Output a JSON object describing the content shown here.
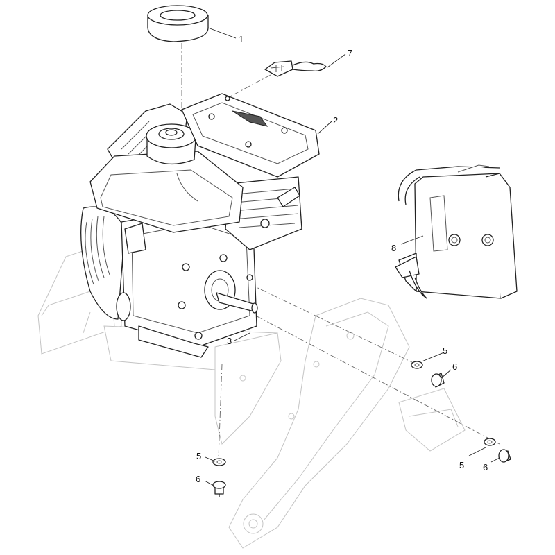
{
  "diagram": {
    "callouts": [
      {
        "id": "1",
        "text": "1"
      },
      {
        "id": "2",
        "text": "2"
      },
      {
        "id": "3",
        "text": "3"
      },
      {
        "id": "5a",
        "text": "5"
      },
      {
        "id": "6a",
        "text": "6"
      },
      {
        "id": "5b",
        "text": "5"
      },
      {
        "id": "6b",
        "text": "6"
      },
      {
        "id": "5c",
        "text": "5"
      },
      {
        "id": "6c",
        "text": "6"
      },
      {
        "id": "7",
        "text": "7"
      },
      {
        "id": "8",
        "text": "8"
      }
    ]
  }
}
